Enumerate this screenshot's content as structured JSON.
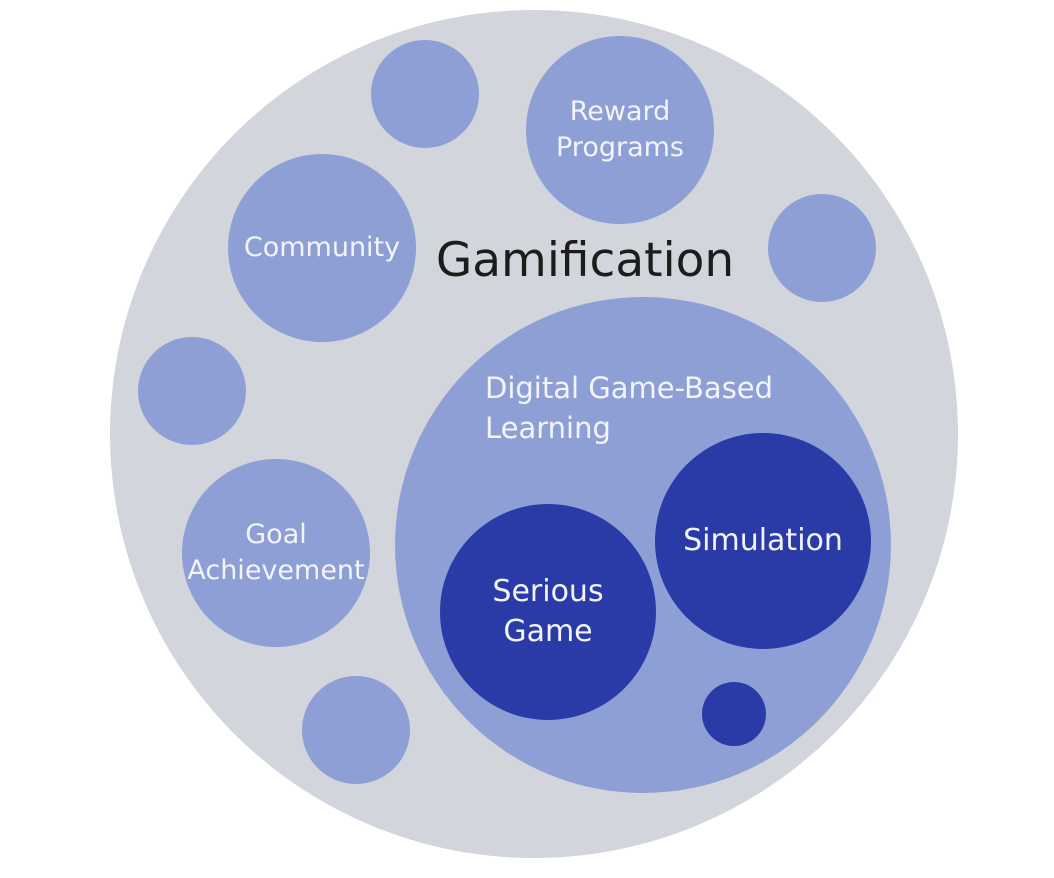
{
  "title": "Gamification",
  "circles": {
    "reward_programs": "Reward\nPrograms",
    "community": "Community",
    "goal_achievement": "Goal\nAchievement",
    "dgbl": "Digital Game-Based\nLearning",
    "simulation": "Simulation",
    "serious_game": "Serious\nGame"
  },
  "colors": {
    "outer": "#d3d5dc",
    "medium_circle": "#8e9fd5",
    "dark_circle": "#2a3ba8",
    "title_text": "#1c1c1c",
    "circle_text": "#f3f4fa"
  }
}
